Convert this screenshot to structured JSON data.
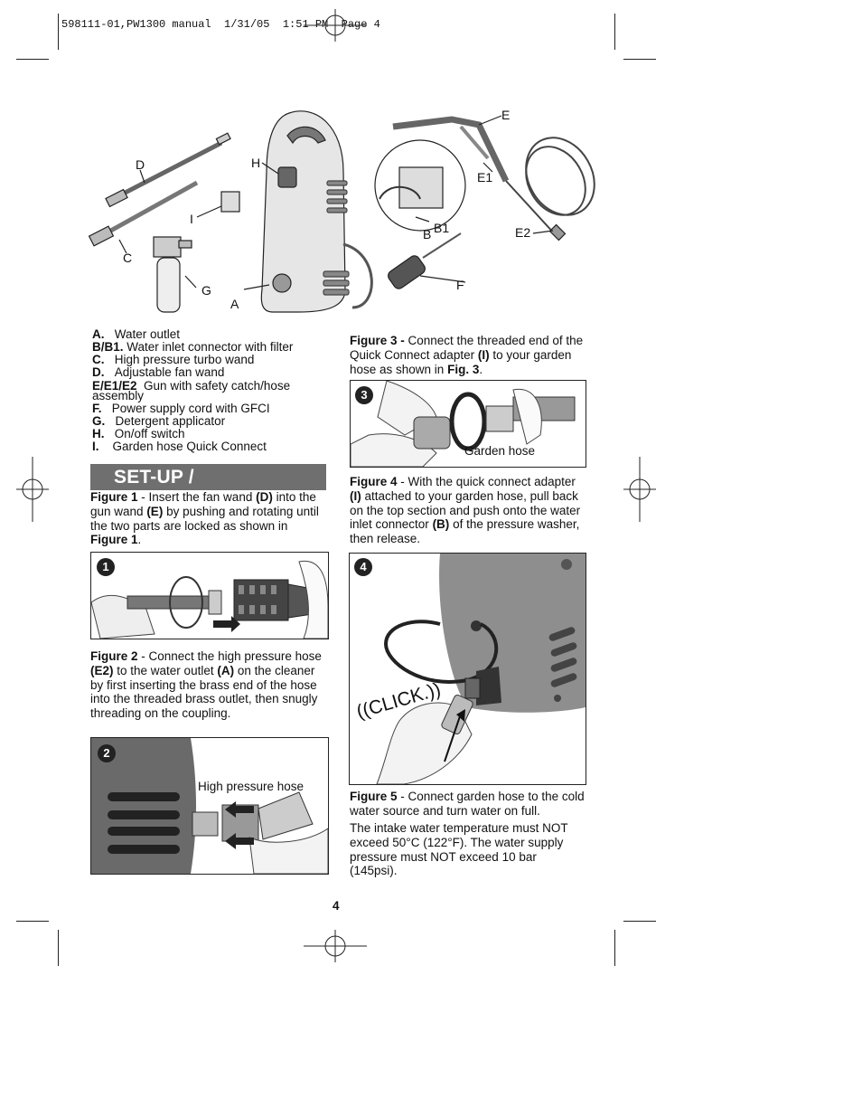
{
  "slug": "598111-01,PW1300 manual  1/31/05  1:51 PM  Page 4",
  "diagram_labels": {
    "A": "A",
    "B": "B",
    "B1": "B1",
    "C": "C",
    "D": "D",
    "E": "E",
    "E1": "E1",
    "E2": "E2",
    "F": "F",
    "G": "G",
    "H": "H",
    "I": "I"
  },
  "parts_list": [
    {
      "key": "A.",
      "text": "Water outlet"
    },
    {
      "key": "B/B1.",
      "text": "Water inlet connector with filter"
    },
    {
      "key": "C.",
      "text": "High pressure turbo wand"
    },
    {
      "key": "D.",
      "text": "Adjustable fan wand"
    },
    {
      "key": "E/E1/E2",
      "text": "Gun with safety catch/hose assembly"
    },
    {
      "key": "F.",
      "text": "Power supply cord with GFCI"
    },
    {
      "key": "G.",
      "text": "Detergent applicator"
    },
    {
      "key": "H.",
      "text": "On/off switch"
    },
    {
      "key": "I.",
      "text": "Garden hose Quick Connect"
    }
  ],
  "section_title": "SET-UP / ADJUSTMENT",
  "fig1": {
    "lead": "Figure 1",
    "t1": " - Insert the fan wand ",
    "b1": "(D)",
    "t2": " into the gun wand ",
    "b2": "(E)",
    "t3": " by pushing and rotating until the two parts are locked as shown in ",
    "b3": "Figure 1",
    "t4": ".",
    "badge": "1"
  },
  "fig2": {
    "lead": "Figure 2",
    "t1": " - Connect the high pressure hose ",
    "b1": "(E2)",
    "t2": " to the water outlet ",
    "b2": "(A)",
    "t3": " on the cleaner by first inserting the brass end of the hose into the threaded brass outlet, then snugly threading on the coupling.",
    "badge": "2",
    "label": "High pressure hose"
  },
  "fig3": {
    "lead": "Figure 3",
    "t1": "  - ",
    "t2": "Connect the threaded end of the Quick Connect adapter ",
    "b1": "(I)",
    "t3": " to your garden hose as shown in ",
    "b2": "Fig. 3",
    "t4": ".",
    "badge": "3",
    "label": "Garden hose"
  },
  "fig4": {
    "lead": "Figure 4",
    "t1": " - With the quick connect adapter ",
    "b1": "(I)",
    "t2": " attached to your garden hose, pull back on the top section and push onto the water inlet connector ",
    "b2": "(B)",
    "t3": " of the pressure washer, then release.",
    "badge": "4",
    "click": "((CLICK.))"
  },
  "fig5": {
    "lead": "Figure 5",
    "t1": " - Connect garden hose to the cold water source and turn water on full."
  },
  "note": "The intake water temperature must NOT exceed 50°C (122°F). The water supply pressure must NOT exceed 10 bar (145psi).",
  "page_number": "4"
}
